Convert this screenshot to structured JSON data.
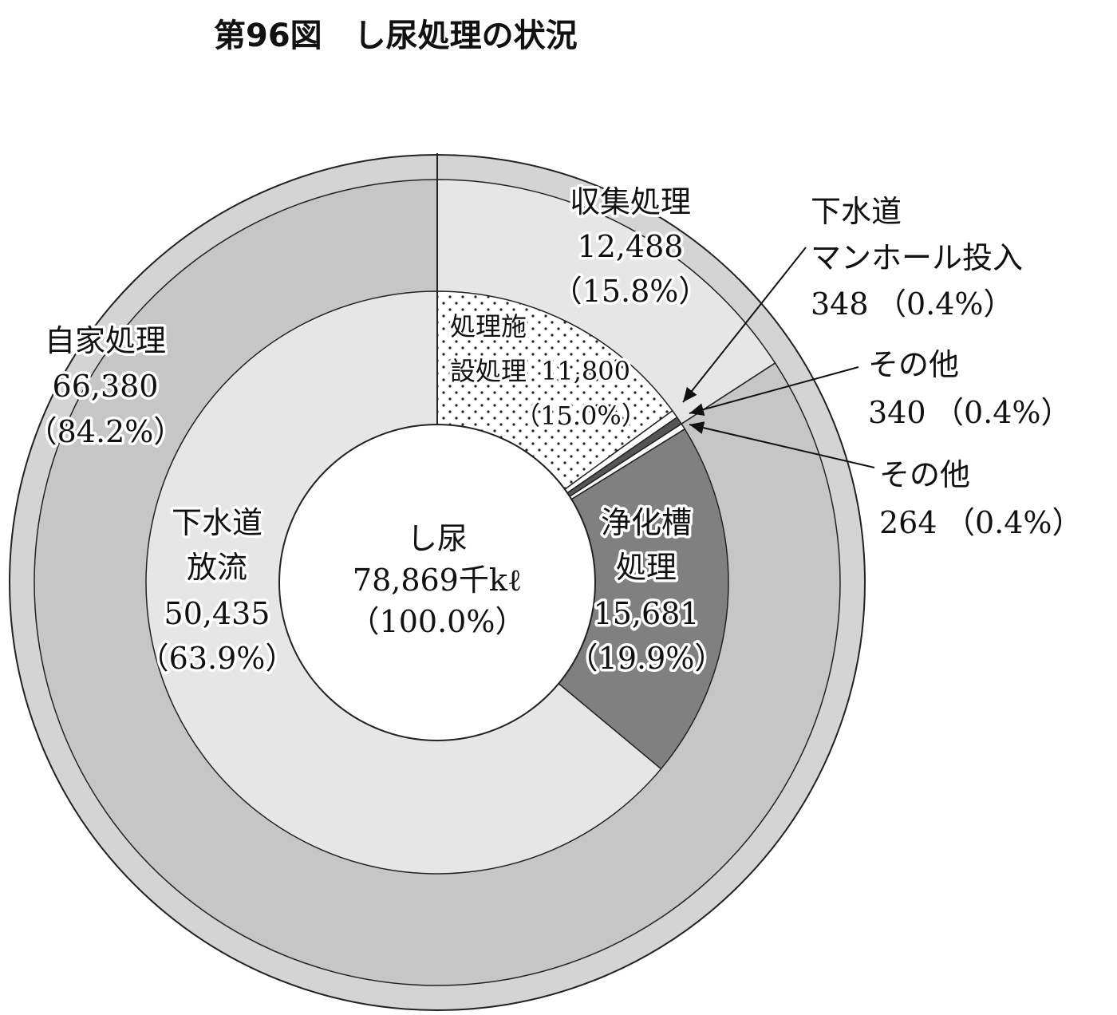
{
  "chart_data": {
    "type": "donut",
    "title": "第96図　し尿処理の状況",
    "center": {
      "name": "し尿",
      "value": "78,869千kℓ",
      "percent": "（100.0%）",
      "total": 78869,
      "unit": "千kℓ"
    },
    "outer_ring": [
      {
        "name": "収集処理",
        "value": 12488,
        "value_text": "12,488",
        "percent": "（15.8%）",
        "color": "#e6e6e6"
      },
      {
        "name": "自家処理",
        "value": 66380,
        "value_text": "66,380",
        "percent": "（84.2%）",
        "color": "#c6c6c6"
      }
    ],
    "inner_ring": [
      {
        "name": "処理施設処理",
        "name_lines": [
          "処理施",
          "設処理"
        ],
        "value": 11800,
        "value_text": "11,800",
        "percent": "（15.0%）",
        "color": "#ffffff",
        "pattern": "dots"
      },
      {
        "name": "下水道マンホール投入",
        "name_lines": [
          "下水道",
          "マンホール投入"
        ],
        "value": 348,
        "value_text": "348",
        "percent": "（0.4%）",
        "color": "#ffffff"
      },
      {
        "name": "その他",
        "value": 340,
        "value_text": "340",
        "percent": "（0.4%）",
        "color": "#555555"
      },
      {
        "name": "その他",
        "value": 264,
        "value_text": "264",
        "percent": "（0.4%）",
        "color": "#ffffff"
      },
      {
        "name": "浄化槽処理",
        "name_lines": [
          "浄化槽",
          "処理"
        ],
        "value": 15681,
        "value_text": "15,681",
        "percent": "（19.9%）",
        "color": "#808080"
      },
      {
        "name": "下水道放流",
        "name_lines": [
          "下水道",
          "放流"
        ],
        "value": 50435,
        "value_text": "50,435",
        "percent": "（63.9%）",
        "color": "#e6e6e6"
      }
    ],
    "colors": {
      "outline": "#222222",
      "outer_rim": "#d4d4d4"
    }
  }
}
